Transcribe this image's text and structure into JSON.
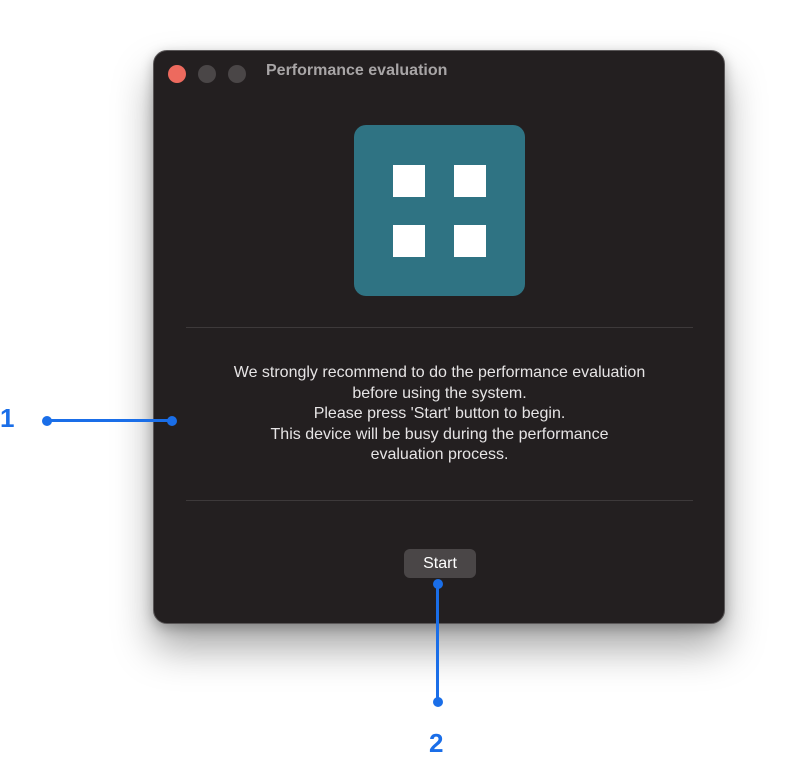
{
  "window": {
    "title": "Performance evaluation"
  },
  "message": {
    "lines": [
      "We strongly recommend to do the performance evaluation",
      "before using the system.",
      "Please press 'Start' button to begin.",
      "This device will be busy during the performance",
      "evaluation process."
    ]
  },
  "start_button": {
    "label": "Start"
  },
  "callouts": [
    {
      "number": "1"
    },
    {
      "number": "2"
    }
  ],
  "colors": {
    "window_bg": "#231f20",
    "app_icon_bg": "#2f7383",
    "close_button": "#ed6a5e",
    "callout": "#1a6ee8"
  },
  "icons": {
    "app_icon": "four-squares-grid-icon"
  }
}
